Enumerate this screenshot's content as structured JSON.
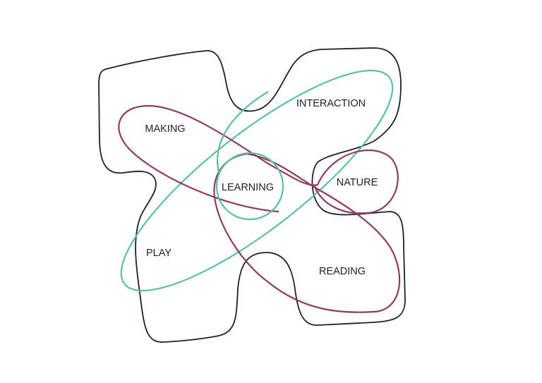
{
  "colors": {
    "outline": "#1b2130",
    "green": "#5cbf9f",
    "maroon": "#8e3d5c"
  },
  "labels": {
    "making": "MAKING",
    "interaction": "INTERACTION",
    "learning": "LEARNING",
    "nature": "NATURE",
    "play": "PLAY",
    "reading": "READING"
  }
}
